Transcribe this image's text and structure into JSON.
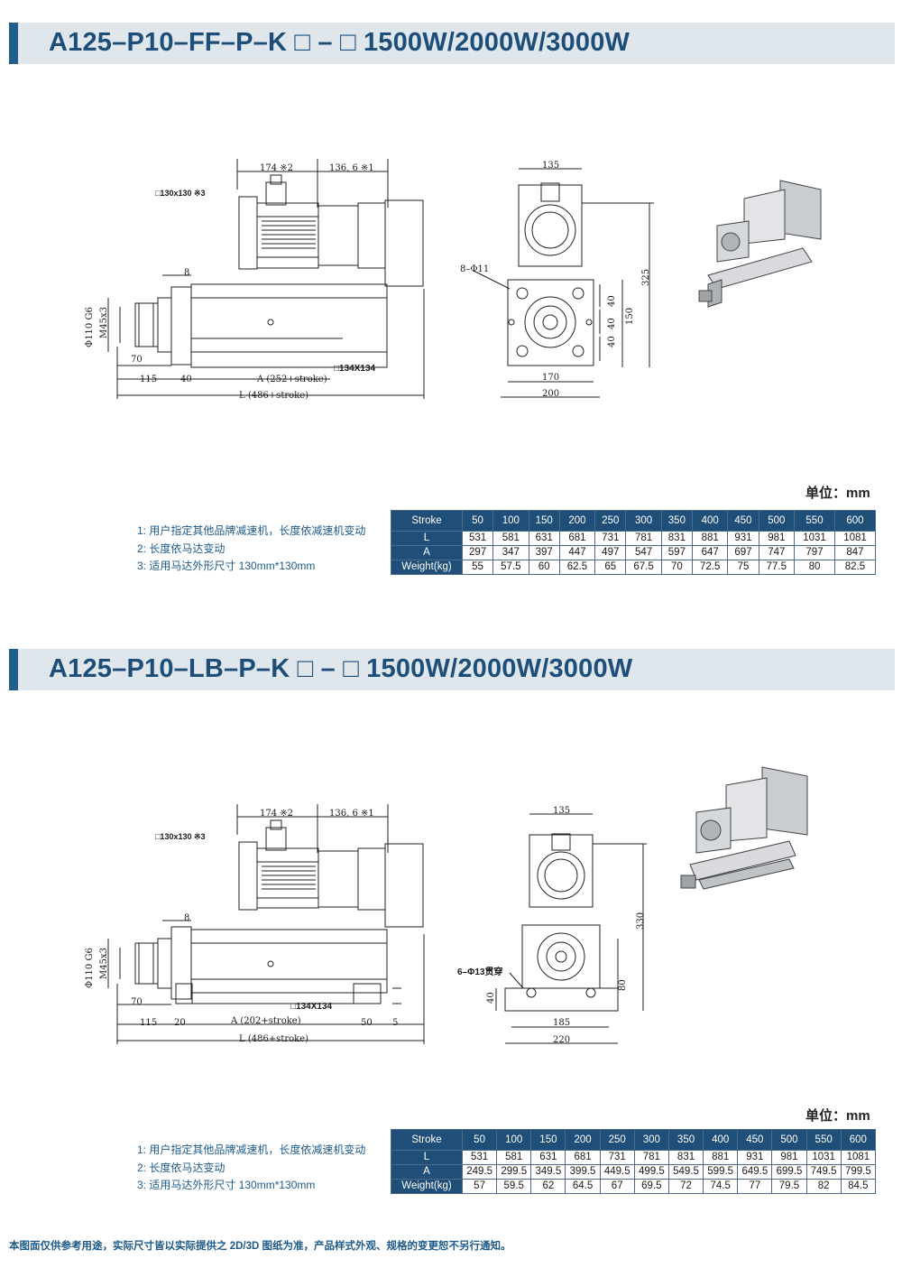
{
  "sections": [
    {
      "title": "A125–P10–FF–P–K □ – □ 1500W/2000W/3000W",
      "unit_label": "单位：mm",
      "notes": [
        "1:  用户指定其他品牌减速机，长度依减速机变动",
        "2:  长度依马达变动",
        "3:  适用马达外形尺寸 130mm*130mm"
      ],
      "table": {
        "header": [
          "Stroke",
          "50",
          "100",
          "150",
          "200",
          "250",
          "300",
          "350",
          "400",
          "450",
          "500",
          "550",
          "600"
        ],
        "rows": [
          {
            "label": "L",
            "values": [
              "531",
              "581",
              "631",
              "681",
              "731",
              "781",
              "831",
              "881",
              "931",
              "981",
              "1031",
              "1081"
            ]
          },
          {
            "label": "A",
            "values": [
              "297",
              "347",
              "397",
              "447",
              "497",
              "547",
              "597",
              "647",
              "697",
              "747",
              "797",
              "847"
            ]
          },
          {
            "label": "Weight(kg)",
            "values": [
              "55",
              "57.5",
              "60",
              "62.5",
              "65",
              "67.5",
              "70",
              "72.5",
              "75",
              "77.5",
              "80",
              "82.5"
            ]
          }
        ]
      },
      "dims": {
        "top_a": "174  ※2",
        "top_b": "136, 6  ※1",
        "motor": "□130x130  ※3",
        "d8": "8",
        "dia": "Φ110  G6",
        "thread": "M45x3",
        "d70": "70",
        "d115": "115",
        "d40": "40",
        "a_len": "A (252+stroke)",
        "flange": "□134X134",
        "l_len": "L (486+stroke)",
        "w135": "135",
        "holes": "8–Φ11",
        "h40a": "40",
        "h40b": "40",
        "h40c": "40",
        "h150": "150",
        "h325": "325",
        "w170": "170",
        "w200": "200"
      }
    },
    {
      "title": "A125–P10–LB–P–K □ – □ 1500W/2000W/3000W",
      "unit_label": "单位：mm",
      "notes": [
        "1:  用户指定其他品牌减速机，长度依减速机变动",
        "2:  长度依马达变动",
        "3:  适用马达外形尺寸 130mm*130mm"
      ],
      "table": {
        "header": [
          "Stroke",
          "50",
          "100",
          "150",
          "200",
          "250",
          "300",
          "350",
          "400",
          "450",
          "500",
          "550",
          "600"
        ],
        "rows": [
          {
            "label": "L",
            "values": [
              "531",
              "581",
              "631",
              "681",
              "731",
              "781",
              "831",
              "881",
              "931",
              "981",
              "1031",
              "1081"
            ]
          },
          {
            "label": "A",
            "values": [
              "249.5",
              "299.5",
              "349.5",
              "399.5",
              "449.5",
              "499.5",
              "549.5",
              "599.5",
              "649.5",
              "699.5",
              "749.5",
              "799.5"
            ]
          },
          {
            "label": "Weight(kg)",
            "values": [
              "57",
              "59.5",
              "62",
              "64.5",
              "67",
              "69.5",
              "72",
              "74.5",
              "77",
              "79.5",
              "82",
              "84.5"
            ]
          }
        ]
      },
      "dims": {
        "top_a": "174  ※2",
        "top_b": "136, 6  ※1",
        "motor": "□130x130  ※3",
        "d8": "8",
        "dia": "Φ110  G6",
        "thread": "M45x3",
        "d70": "70",
        "d115": "115",
        "d20": "20",
        "a_len": "A (202+stroke)",
        "flange": "□134X134",
        "d50": "50",
        "d5": "5",
        "l_len": "L (486+stroke)",
        "w135": "135",
        "holes": "6–Φ13贯穿",
        "h40": "40",
        "h80": "80",
        "h330": "330",
        "w185": "185",
        "w220": "220"
      }
    }
  ],
  "footer": "本图面仅供参考用途，实际尺寸皆以实际提供之 2D/3D 图纸为准，产品样式外观、规格的变更恕不另行通知。",
  "colors": {
    "header_bg": "#dfe6ec",
    "header_bar": "#1f5f8a",
    "title_text": "#1d4e7a",
    "table_header": "#1f4e78",
    "note_text": "#1d5a8a"
  }
}
